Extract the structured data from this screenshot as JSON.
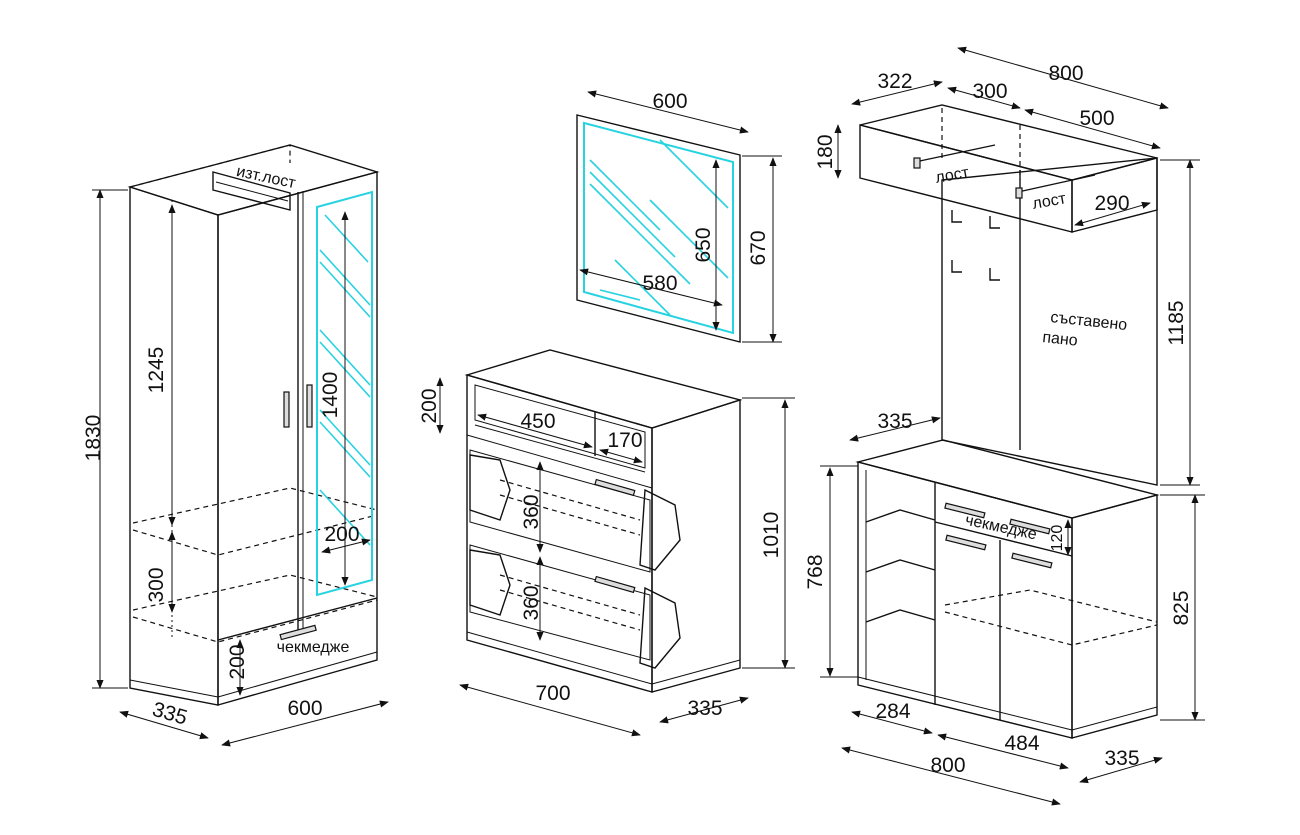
{
  "colors": {
    "line": "#111111",
    "glass": "#27d3e0",
    "background": "#ffffff"
  },
  "wardrobe": {
    "height": "1830",
    "inner_height": "1245",
    "mirror_height": "1400",
    "shelf_gap": "300",
    "mirror_bottom": "200",
    "drawer_height": "200",
    "depth": "335",
    "width": "600",
    "rod_label": "изт.лост",
    "drawer_label": "чекмедже"
  },
  "mirror": {
    "width": "600",
    "inner_width": "580",
    "inner_height": "650",
    "height": "670"
  },
  "shoe_cabinet": {
    "top_height": "200",
    "compartment_width": "450",
    "small_width": "170",
    "flap_height_1": "360",
    "flap_height_2": "360",
    "height": "1010",
    "width": "700",
    "depth": "335"
  },
  "hall_unit": {
    "shelf_depth": "322",
    "shelf_width": "800",
    "section_left": "300",
    "section_right": "500",
    "shelf_height": "180",
    "rod_label_1": "лост",
    "rod_label_2": "лост",
    "inner_depth": "290",
    "panel_height": "1185",
    "panel_label_line1": "съставено",
    "panel_label_line2": "пано",
    "panel_depth": "335",
    "cabinet_inner_height": "768",
    "cabinet_height": "825",
    "drawer_label": "чекмедже",
    "drawer_height": "120",
    "open_width": "284",
    "door_width": "484",
    "width": "800",
    "depth": "335"
  }
}
